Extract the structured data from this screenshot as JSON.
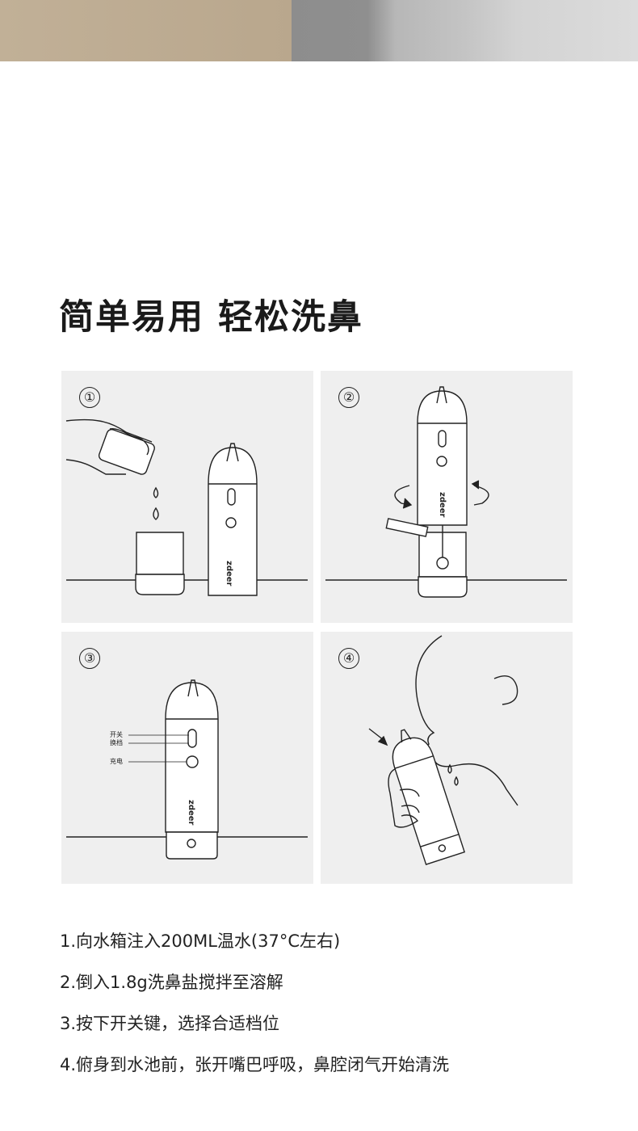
{
  "banner": {
    "left_color": "#bdac92",
    "right_color": "#c4c4c4"
  },
  "title": "简单易用 轻松洗鼻",
  "brand_logo": "zdeer",
  "panels": [
    {
      "number": "①"
    },
    {
      "number": "②"
    },
    {
      "number": "③",
      "labels": [
        "开关",
        "换档",
        "充电"
      ]
    },
    {
      "number": "④"
    }
  ],
  "steps": [
    "1.向水箱注入200ML温水(37°C左右)",
    "2.倒入1.8g洗鼻盐搅拌至溶解",
    "3.按下开关键，选择合适档位",
    "4.俯身到水池前，张开嘴巴呼吸，鼻腔闭气开始清洗"
  ]
}
